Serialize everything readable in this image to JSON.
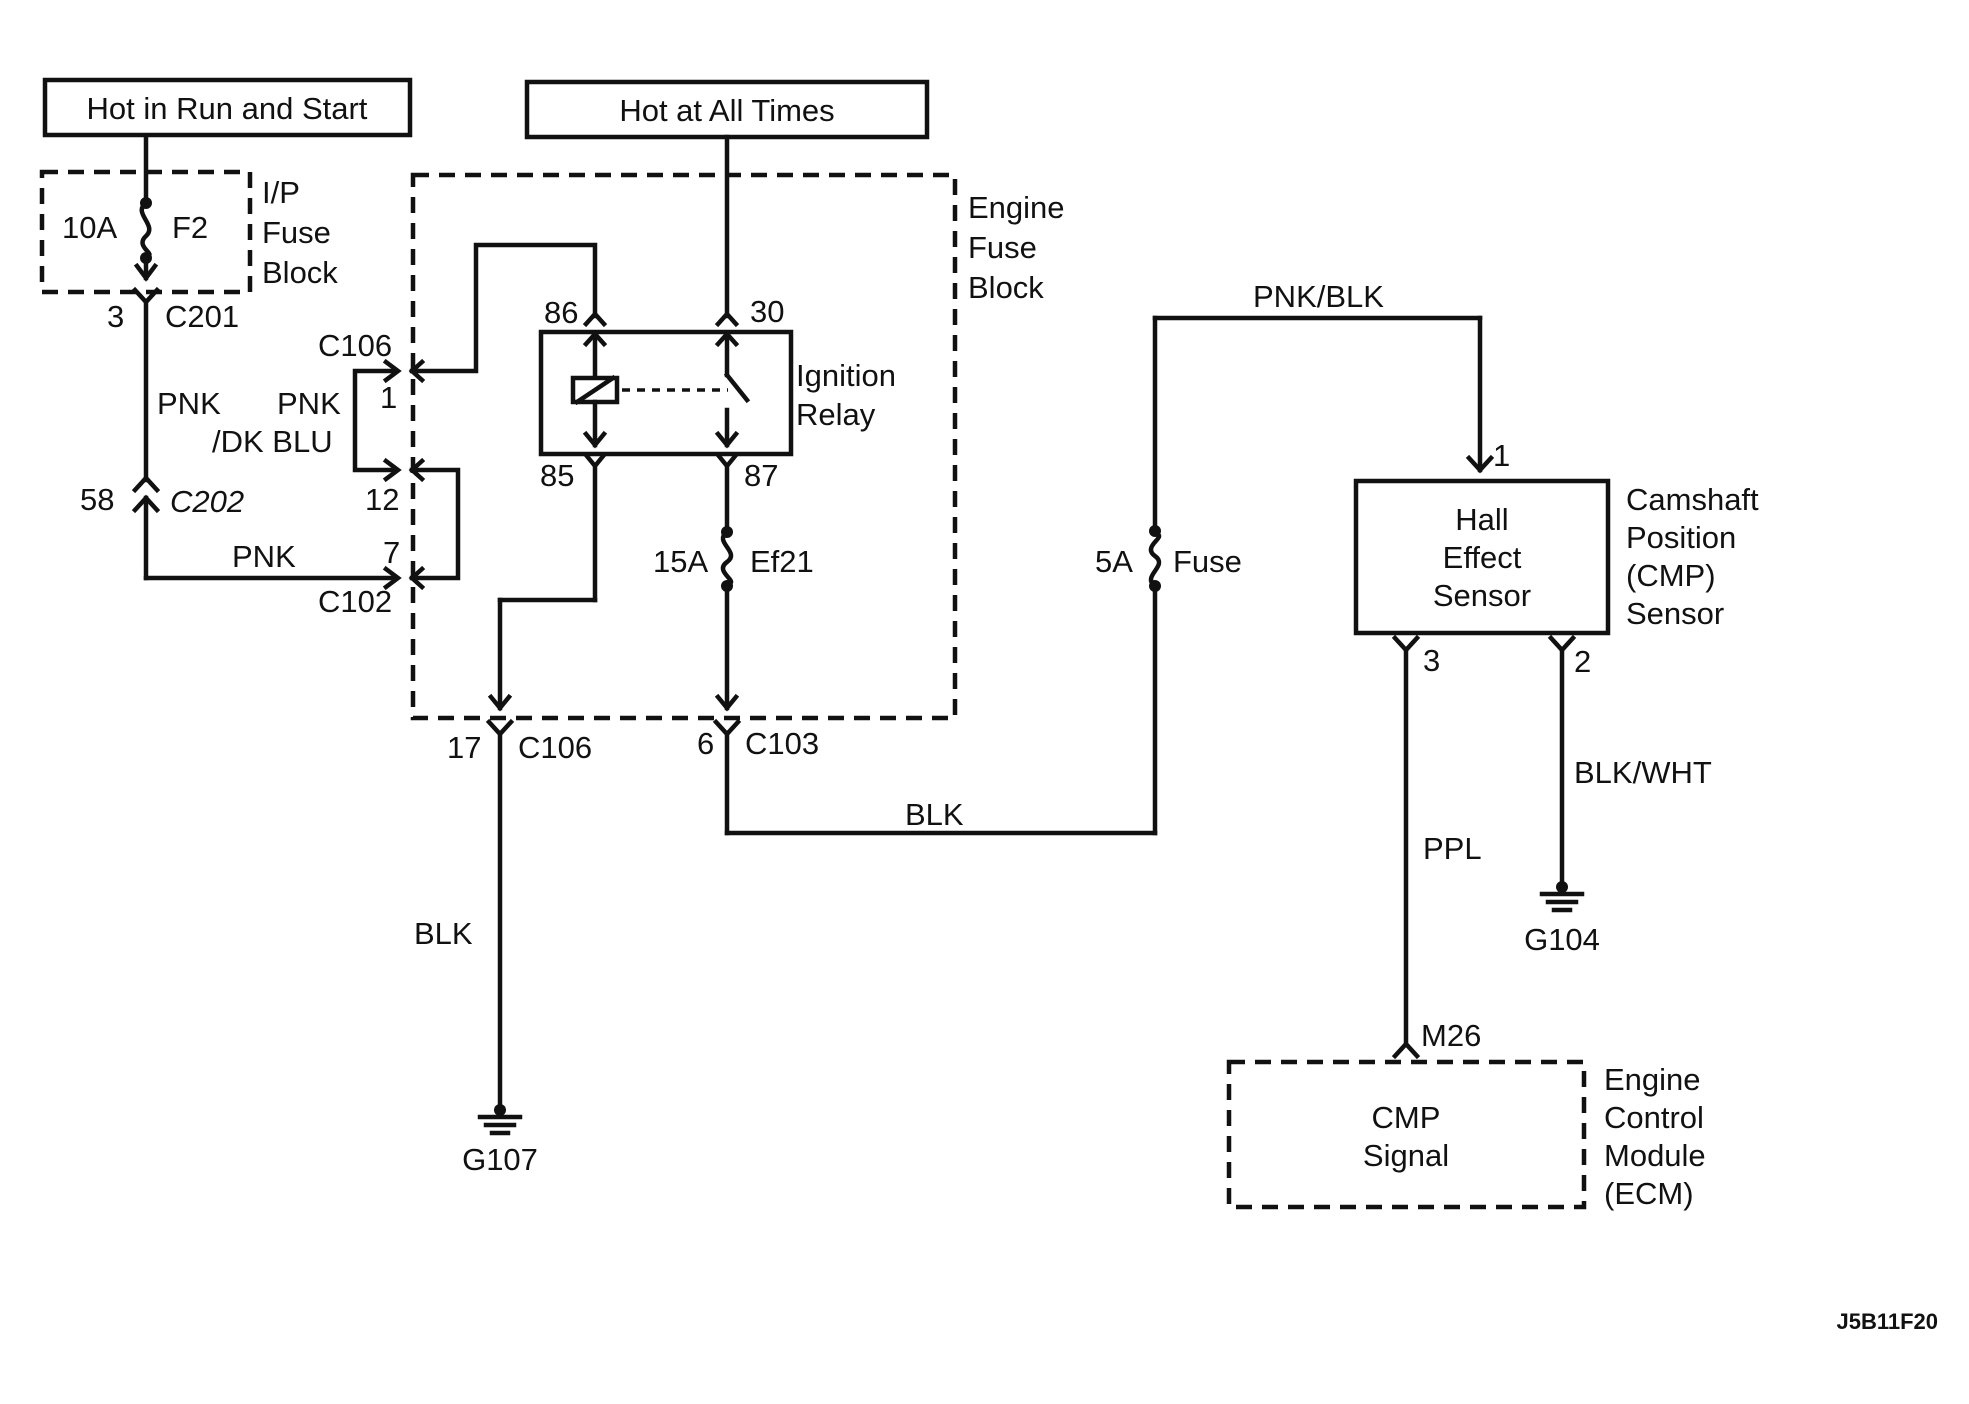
{
  "power_sources": {
    "run_start": "Hot in Run and Start",
    "all_times": "Hot at All Times"
  },
  "ip_fuse_block": {
    "label_line1": "I/P",
    "label_line2": "Fuse",
    "label_line3": "Block",
    "fuse_rating": "10A",
    "fuse_name": "F2"
  },
  "engine_fuse_block": {
    "label_line1": "Engine",
    "label_line2": "Fuse",
    "label_line3": "Block"
  },
  "relay": {
    "label_line1": "Ignition",
    "label_line2": "Relay",
    "pin_86": "86",
    "pin_30": "30",
    "pin_85": "85",
    "pin_87": "87"
  },
  "connectors": {
    "c201_pin": "3",
    "c201": "C201",
    "c202_pin": "58",
    "c202": "C202",
    "c106_top": "C106",
    "c106_pin1": "1",
    "c106_pin12": "12",
    "c102_pin": "7",
    "c102": "C102",
    "c106_bottom_pin": "17",
    "c106_bottom": "C106",
    "c103_pin": "6",
    "c103": "C103"
  },
  "fuses": {
    "ef21_rating": "15A",
    "ef21_name": "Ef21",
    "inline_rating": "5A",
    "inline_name": "Fuse"
  },
  "wires": {
    "pnk_upper": "PNK",
    "pnk_dk_blu_line1": "PNK",
    "pnk_dk_blu_line2": "/DK BLU",
    "pnk_lower": "PNK",
    "blk_ground": "BLK",
    "blk_fuse": "BLK",
    "pnk_blk": "PNK/BLK",
    "ppl": "PPL",
    "blk_wht": "BLK/WHT"
  },
  "sensor": {
    "inner_line1": "Hall",
    "inner_line2": "Effect",
    "inner_line3": "Sensor",
    "label_line1": "Camshaft",
    "label_line2": "Position",
    "label_line3": "(CMP)",
    "label_line4": "Sensor",
    "pin_1": "1",
    "pin_3": "3",
    "pin_2": "2"
  },
  "grounds": {
    "g107": "G107",
    "g104": "G104"
  },
  "ecm": {
    "pin": "M26",
    "inner_line1": "CMP",
    "inner_line2": "Signal",
    "label_line1": "Engine",
    "label_line2": "Control",
    "label_line3": "Module",
    "label_line4": "(ECM)"
  },
  "figure_id": "J5B11F20"
}
